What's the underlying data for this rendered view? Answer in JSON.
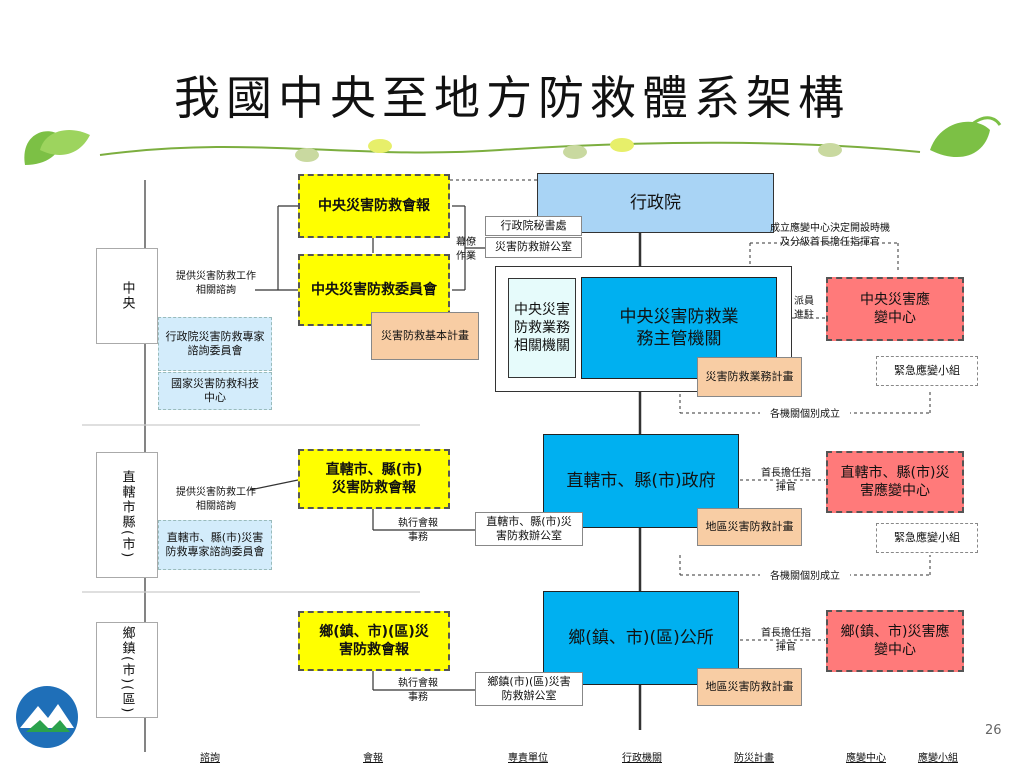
{
  "title": "我國中央至地方防救體系架構",
  "side_labels": {
    "central": "中央",
    "municipal": "直轄市縣(市)",
    "township": "鄉鎮(市)(區)"
  },
  "central": {
    "executive_yuan": "行政院",
    "exec_secretariat": "行政院秘書處",
    "disaster_office": "災害防救辦公室",
    "council": "中央災害防救會報",
    "committee": "中央災害防救委員會",
    "related_agencies": "中央災害防救業務相關機關",
    "authority": "中央災害防救業務主管機關",
    "basic_plan": "災害防救基本計畫",
    "ops_plan": "災害防救業務計畫",
    "eoc": "中央災害應變中心",
    "emergency_team": "緊急應變小組",
    "advisory_committee": "行政院災害防救專家諮詢委員會",
    "ncdr": "國家災害防救科技中心",
    "note_advice": "提供災害防救工作相關諮詢",
    "note_staff": "幕僚作業",
    "note_establish": "成立應變中心決定開設時機及分級首長擔任指揮官",
    "note_dispatch": "派員進駐",
    "note_each_agency": "各機關個別成立"
  },
  "municipal": {
    "government": "直轄市、縣(市)政府",
    "council": "直轄市、縣(市)災害防救會報",
    "office": "直轄市、縣(市)災害防救辦公室",
    "plan": "地區災害防救計畫",
    "eoc": "直轄市、縣(市)災害應變中心",
    "emergency_team": "緊急應變小組",
    "advisory": "直轄市、縣(市)災害防救專家諮詢委員會",
    "note_advice": "提供災害防救工作相關諮詢",
    "note_exec": "執行會報事務",
    "note_commander": "首長擔任指揮官",
    "note_each_agency": "各機關個別成立"
  },
  "township": {
    "office": "鄉(鎮、市)(區)公所",
    "council": "鄉(鎮、市)(區)災害防救會報",
    "disaster_office": "鄉鎮(市)(區)災害防救辦公室",
    "plan": "地區災害防救計畫",
    "eoc": "鄉(鎮、市)災害應變中心",
    "note_exec": "執行會報事務",
    "note_commander": "首長擔任指揮官"
  },
  "legend": [
    "諮詢",
    "會報",
    "專責單位",
    "行政機關",
    "防災計畫",
    "應變中心",
    "應變小組"
  ],
  "page_number": "26"
}
